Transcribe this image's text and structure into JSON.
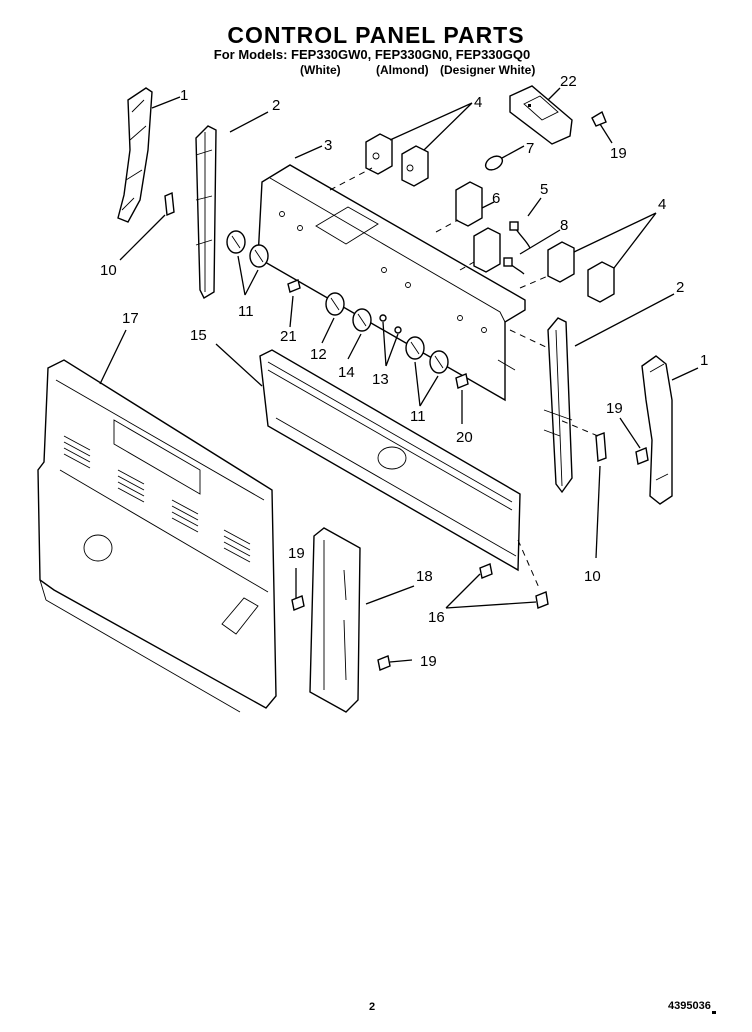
{
  "header": {
    "title": "CONTROL PANEL PARTS",
    "models": "For Models: FEP330GW0, FEP330GN0, FEP330GQ0",
    "colors": [
      "(White)",
      "(Almond)",
      "(Designer White)"
    ]
  },
  "callouts": [
    "1",
    "2",
    "3",
    "4",
    "7",
    "22",
    "19",
    "6",
    "5",
    "8",
    "4",
    "2",
    "10",
    "11",
    "21",
    "12",
    "14",
    "13",
    "11",
    "20",
    "17",
    "15",
    "1",
    "19",
    "10",
    "19",
    "18",
    "16",
    "19"
  ],
  "footer": {
    "page_number": "2",
    "doc_number": "4395036"
  }
}
